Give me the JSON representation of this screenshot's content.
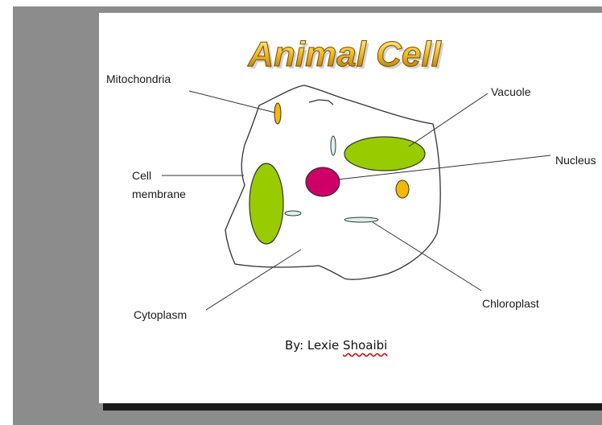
{
  "title": "Animal Cell",
  "labels": {
    "mitochondria": "Mitochondria",
    "vacuole": "Vacuole",
    "cell_membrane_line1": "Cell",
    "cell_membrane_line2": "membrane",
    "nucleus": "Nucleus",
    "cytoplasm": "Cytoplasm",
    "chloroplast": "Chloroplast"
  },
  "author": {
    "prefix": "By:",
    "first": "Lexie",
    "last": "Shoaibi"
  },
  "colors": {
    "workspace": "#8c8c8c",
    "vacuole": "#99cc00",
    "nucleus": "#cc0066",
    "mitochondria": "#f5b800",
    "chloroplast": "#d9f2f2",
    "title_gold": "#e0a100"
  }
}
